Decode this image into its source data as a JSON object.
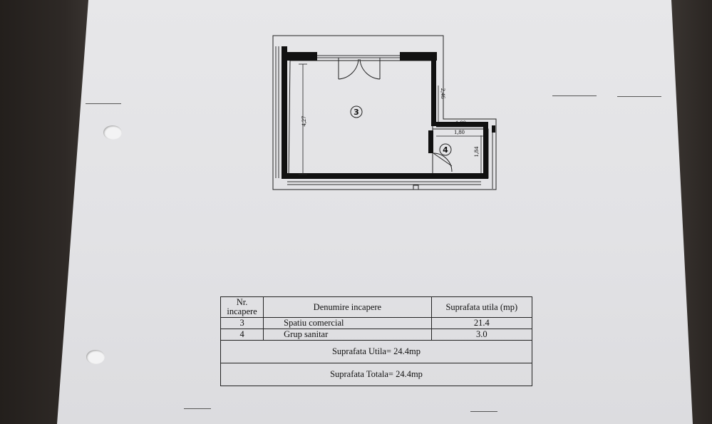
{
  "plan": {
    "rooms": [
      {
        "number": "3"
      },
      {
        "number": "4"
      }
    ],
    "dimensions": {
      "main_height": "4,27",
      "small_vertical": "2,46",
      "top_width": "1,80",
      "inner_width": "1,80",
      "bath_height": "1,84"
    }
  },
  "table": {
    "headers": {
      "nr": "Nr. incapere",
      "name": "Denumire incapere",
      "area": "Suprafata utila (mp)"
    },
    "rows": [
      {
        "nr": "3",
        "name": "Spatiu comercial",
        "area": "21.4"
      },
      {
        "nr": "4",
        "name": "Grup sanitar",
        "area": "3.0"
      }
    ],
    "useful_total": "Suprafata Utila= 24.4mp",
    "total": "Suprafata Totala= 24.4mp"
  }
}
